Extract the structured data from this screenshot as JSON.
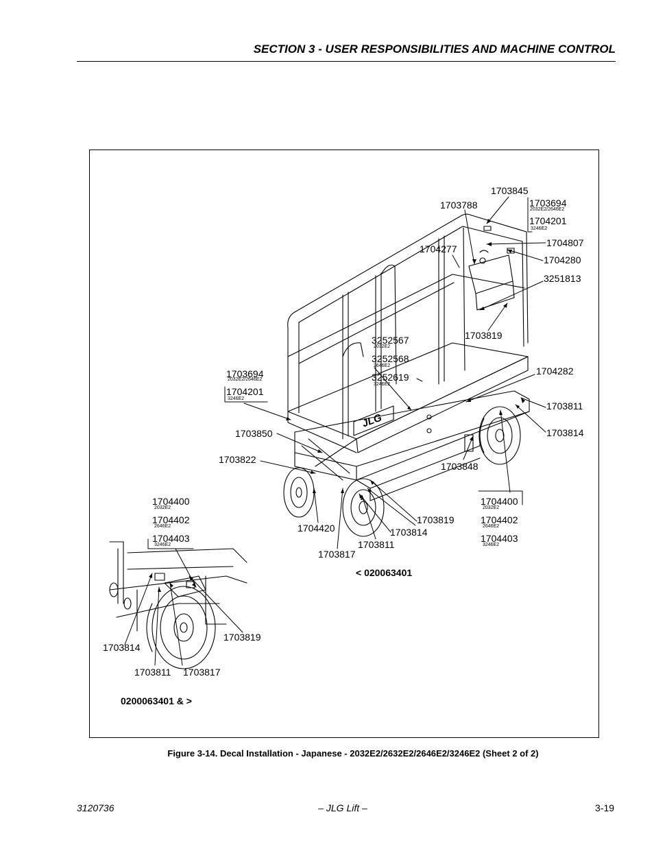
{
  "header": {
    "section_title": "SECTION 3 - USER RESPONSIBILITIES AND MACHINE CONTROL"
  },
  "labels": {
    "l1703845": "1703845",
    "l1703788": "1703788",
    "l1703694_top": "1703694",
    "s2032_2646_top": "2032E2/2646E2",
    "l1704201_top": "1704201",
    "s3246_top": "3246E2",
    "l1704807": "1704807",
    "l1704277": "1704277",
    "l1704280": "1704280",
    "l3251813": "3251813",
    "l1703819_mid": "1703819",
    "l3252567": "3252567",
    "s2032_a": "2032E2",
    "l3252568": "3252568",
    "s2646_a": "2646E2",
    "l3252619": "3252619",
    "s3246_a": "3246E2",
    "l1703694_left": "1703694",
    "s2032_2646_left": "2032E2/2646E2",
    "l1704201_left": "1704201",
    "s3246_left": "3246E2",
    "l1704282": "1704282",
    "l1703811_r": "1703811",
    "l1703850": "1703850",
    "l1703814_r": "1703814",
    "l1703822": "1703822",
    "l1703848": "1703848",
    "l1704400_l": "1704400",
    "s2032_l": "2032E2",
    "l1704402_l": "1704402",
    "s2646_l": "2646E2",
    "l1704403_l": "1704403",
    "s3246_l": "3246E2",
    "l1704400_r": "1704400",
    "s2032_r": "2032E2",
    "l1704402_r": "1704402",
    "s2646_r": "2646E2",
    "l1704403_r": "1704403",
    "s3246_r": "3246E2",
    "l1704420": "1704420",
    "l1703819_b": "1703819",
    "l1703814_b": "1703814",
    "l1703811_b": "1703811",
    "l1703817_b": "1703817",
    "serial_before": "< 020063401",
    "l1703819_ins": "1703819",
    "l1703814_ins": "1703814",
    "l1703811_ins": "1703811",
    "l1703817_ins": "1703817",
    "serial_after": "0200063401 & >",
    "logo": "JLG"
  },
  "caption": "Figure 3-14.  Decal Installation - Japanese - 2032E2/2632E2/2646E2/3246E2 (Sheet 2 of 2)",
  "footer": {
    "doc_number": "3120736",
    "center": "– JLG Lift –",
    "page": "3-19"
  }
}
